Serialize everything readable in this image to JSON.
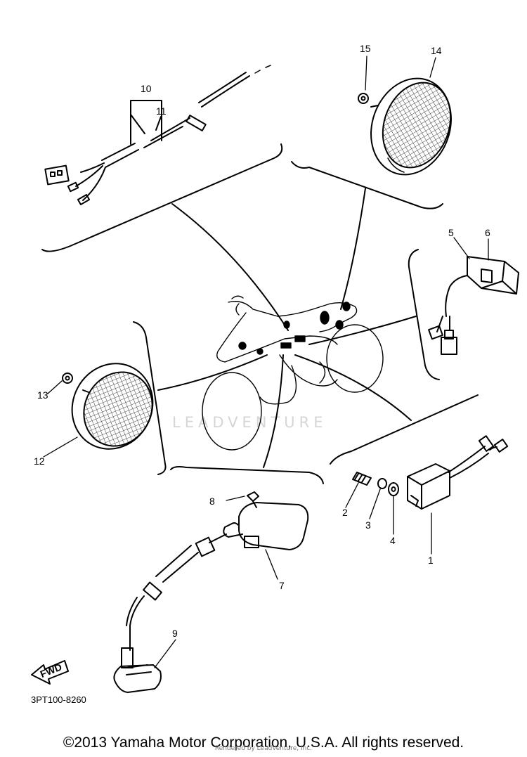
{
  "diagram": {
    "callouts": [
      "1",
      "2",
      "3",
      "4",
      "5",
      "6",
      "7",
      "8",
      "9",
      "10",
      "11",
      "12",
      "13",
      "14",
      "15"
    ],
    "fwd_label": "FWD",
    "diagram_code": "3PT100-8260",
    "watermark": "LEADVENTURE",
    "copyright": "©2013 Yamaha Motor Corporation, U.S.A. All rights reserved.",
    "rendered_by": "Rendered by LeadVenture, Inc."
  }
}
